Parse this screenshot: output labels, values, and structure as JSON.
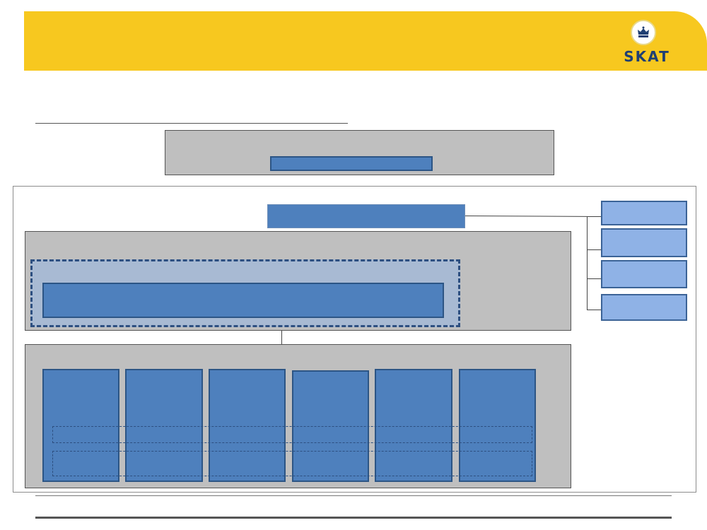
{
  "brand": {
    "logo_text": "SKAT",
    "banner_color": "#f7c81f",
    "logo_text_color": "#1f3f73",
    "seal_icon": "crown-icon"
  },
  "diagram": {
    "box_fill": "#4e80bd",
    "panel_fill": "#bfbfbf",
    "side_box_fill": "#8fb2e6",
    "group_fill": "#a8bad3",
    "column_count": 6,
    "side_box_count": 4
  }
}
